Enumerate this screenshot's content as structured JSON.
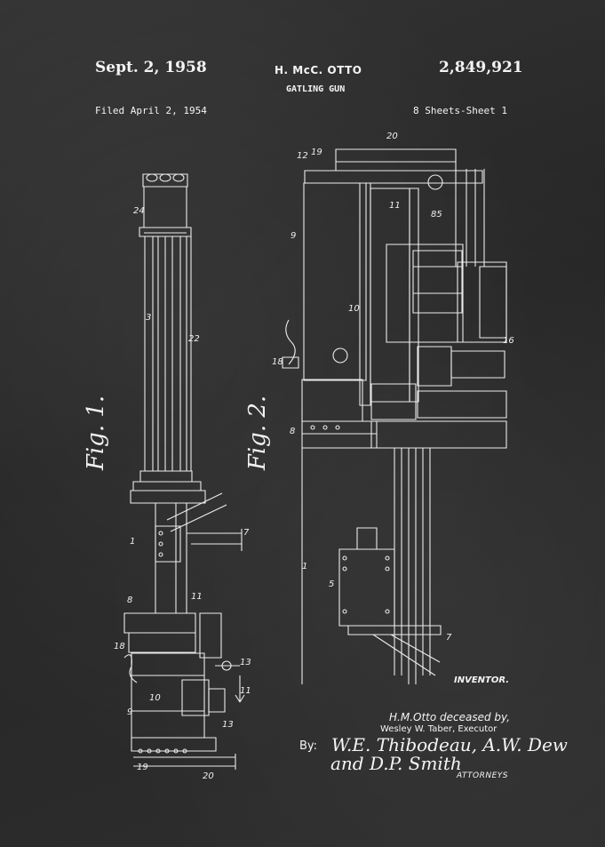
{
  "header": {
    "date": "Sept. 2, 1958",
    "inventor": "H. McC. OTTO",
    "patent_number": "2,849,921",
    "title": "GATLING GUN",
    "filed": "Filed April 2, 1954",
    "sheets": "8 Sheets-Sheet 1"
  },
  "figures": {
    "fig1": "Fig. 1.",
    "fig2": "Fig. 2."
  },
  "reference_numerals": {
    "n24": "24",
    "n3": "3",
    "n22": "22",
    "n1a": "1",
    "n7a": "7",
    "n8a": "8",
    "n11a": "11",
    "n18a": "18",
    "n10a": "10",
    "n9a": "9",
    "n13a": "13",
    "n11b": "11",
    "n13b": "13",
    "n19a": "19",
    "n20a": "20",
    "n12": "12",
    "n19b": "19",
    "n20b": "20",
    "n11c": "11",
    "n85": "85",
    "n9b": "9",
    "n10b": "10",
    "n18b": "18",
    "n16": "16",
    "n8b": "8",
    "n1b": "1",
    "n5": "5",
    "n7b": "7"
  },
  "signature": {
    "inventor_label": "INVENTOR.",
    "inventor_name": "H.M.Otto deceased by,",
    "executor": "Wesley W. Taber, Executor",
    "by": "By:",
    "attorneys_line1": "W.E. Thibodeau, A.W. Dew",
    "attorneys_line2": "and D.P. Smith",
    "attorneys_label": "ATTORNEYS"
  }
}
